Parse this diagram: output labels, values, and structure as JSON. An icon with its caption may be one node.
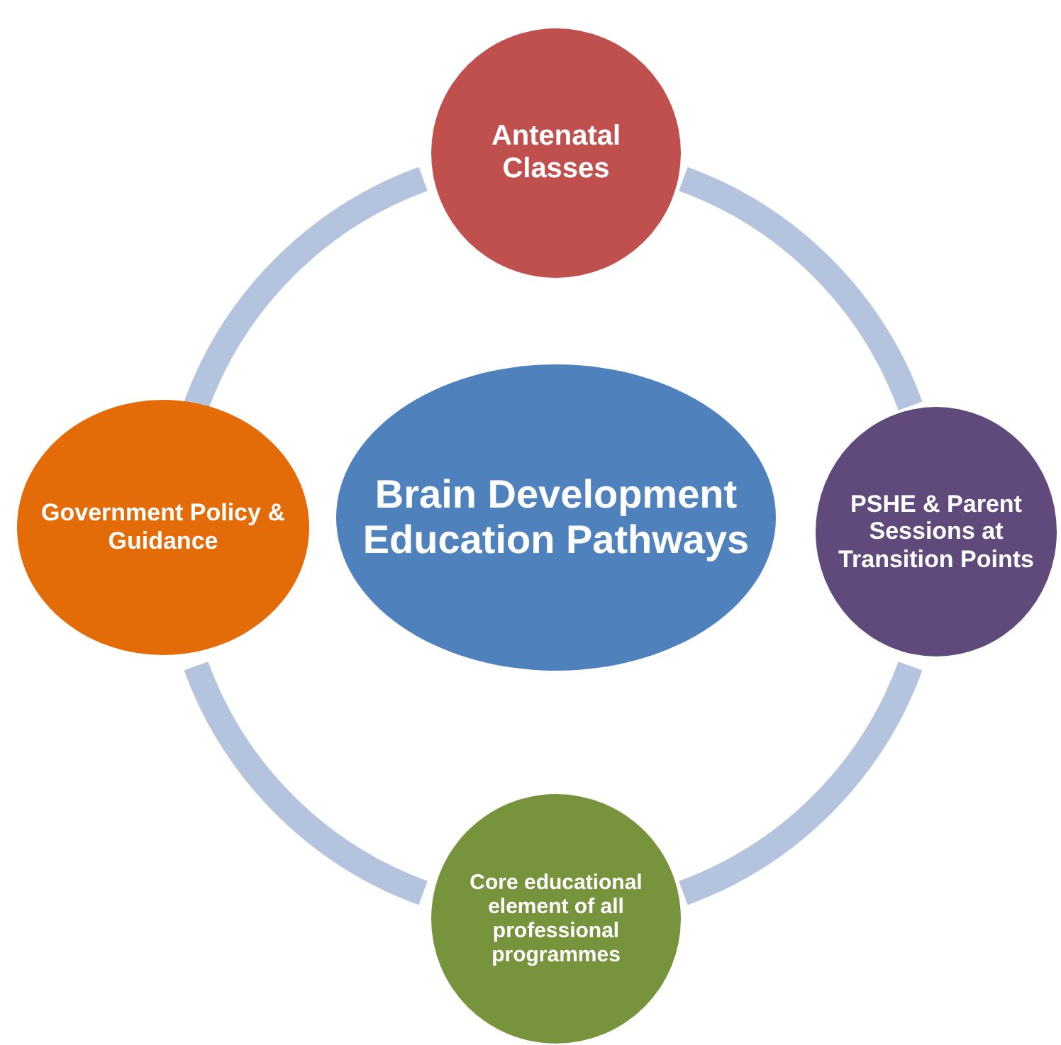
{
  "diagram": {
    "nodes": [
      {
        "text": [
          "Antenatal Classes"
        ]
      },
      {
        "text": [
          "Government Policy & Guidance"
        ]
      },
      {
        "text": [
          "Brain Development Education Pathways"
        ]
      },
      {
        "text": [
          "PSHE & Parent Sessions at Transition Points"
        ]
      },
      {
        "text": [
          "Core educational element of all professional programmes"
        ]
      }
    ],
    "edges": [
      {
        "from": 0,
        "to": 3,
        "arrow": "none"
      },
      {
        "from": 3,
        "to": 4,
        "arrow": "none"
      },
      {
        "from": 4,
        "to": 1,
        "arrow": "none"
      },
      {
        "from": 1,
        "to": 0,
        "arrow": "none"
      }
    ]
  }
}
